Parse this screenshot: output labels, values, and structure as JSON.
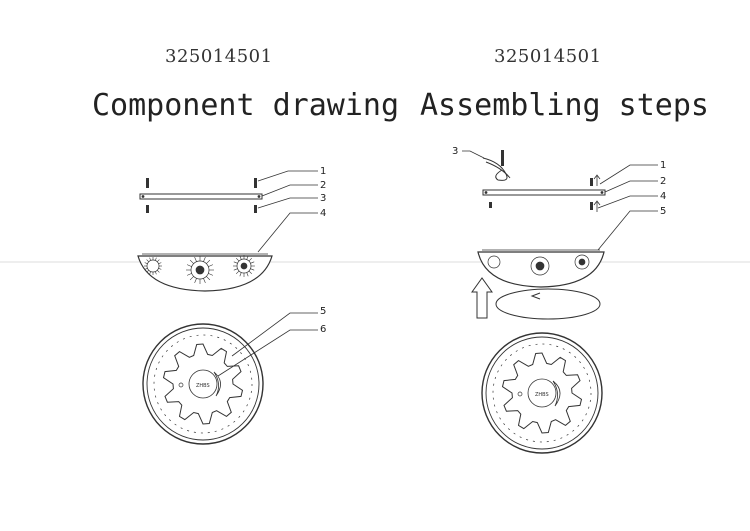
{
  "left_panel": {
    "code": "325014501",
    "title": "Component drawing",
    "callouts": [
      "1",
      "2",
      "3",
      "4",
      "5",
      "6"
    ]
  },
  "right_panel": {
    "code": "325014501",
    "title": "Assembling steps",
    "callouts": [
      "1",
      "2",
      "3",
      "4",
      "5"
    ]
  },
  "icons": [
    "screw-icon",
    "mounting-plate-icon",
    "glass-shade-icon",
    "lamp-base-icon",
    "arrow-up-icon",
    "rotate-arrow-icon"
  ]
}
